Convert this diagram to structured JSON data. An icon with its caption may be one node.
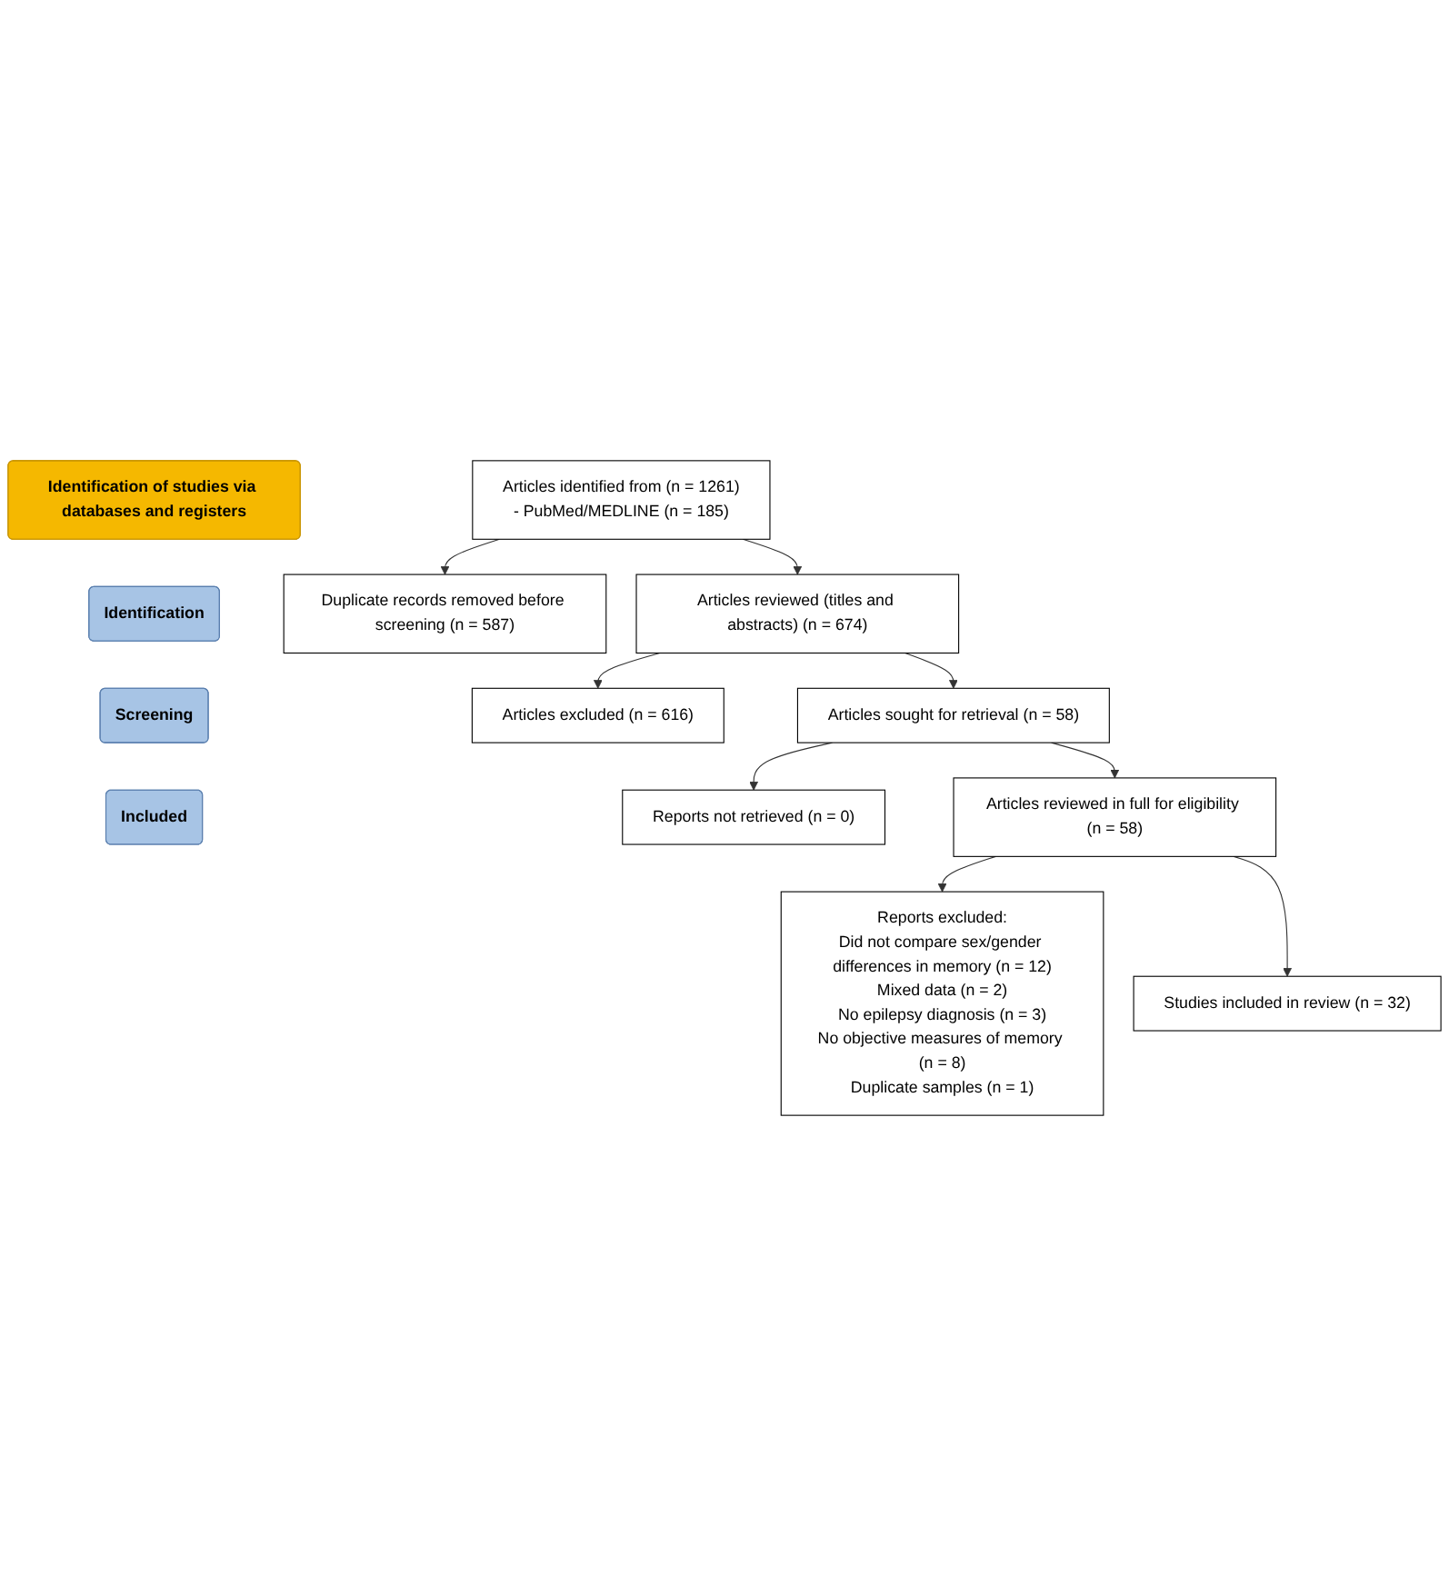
{
  "diagram": {
    "nodes": [
      {
        "text": [
          "Identification of studies via databases and registers"
        ]
      },
      {
        "text": [
          "Identification"
        ]
      },
      {
        "text": [
          "Screening"
        ]
      },
      {
        "text": [
          "Included"
        ]
      },
      {
        "text": [
          "Articles identified from (n = 1261)",
          "- PubMed/MEDLINE (n = 185)"
        ]
      },
      {
        "text": [
          "Duplicate records removed before screening (n = 587)"
        ]
      },
      {
        "text": [
          "Articles reviewed (titles and abstracts) (n = 674)"
        ]
      },
      {
        "text": [
          "Articles excluded (n = 616)"
        ]
      },
      {
        "text": [
          "Articles sought for retrieval (n = 58)"
        ]
      },
      {
        "text": [
          "Reports not retrieved (n = 0)"
        ]
      },
      {
        "text": [
          "Articles reviewed in full for eligibility (n = 58)"
        ]
      },
      {
        "text": [
          "Reports excluded:",
          "Did not compare sex/gender differences in memory (n = 12)",
          "Mixed data (n = 2)",
          "No epilepsy diagnosis (n = 3)",
          "No objective measures of memory (n = 8)",
          "Duplicate samples (n = 1)"
        ]
      },
      {
        "text": [
          "Studies included in review (n = 32)"
        ]
      }
    ],
    "edges": [
      {
        "from": 4,
        "to": 5,
        "arrow": "to"
      },
      {
        "from": 4,
        "to": 6,
        "arrow": "to"
      },
      {
        "from": 6,
        "to": 7,
        "arrow": "to"
      },
      {
        "from": 6,
        "to": 8,
        "arrow": "to"
      },
      {
        "from": 8,
        "to": 9,
        "arrow": "to"
      },
      {
        "from": 8,
        "to": 10,
        "arrow": "to"
      },
      {
        "from": 10,
        "to": 11,
        "arrow": "to"
      },
      {
        "from": 10,
        "to": 12,
        "arrow": "to"
      }
    ]
  }
}
